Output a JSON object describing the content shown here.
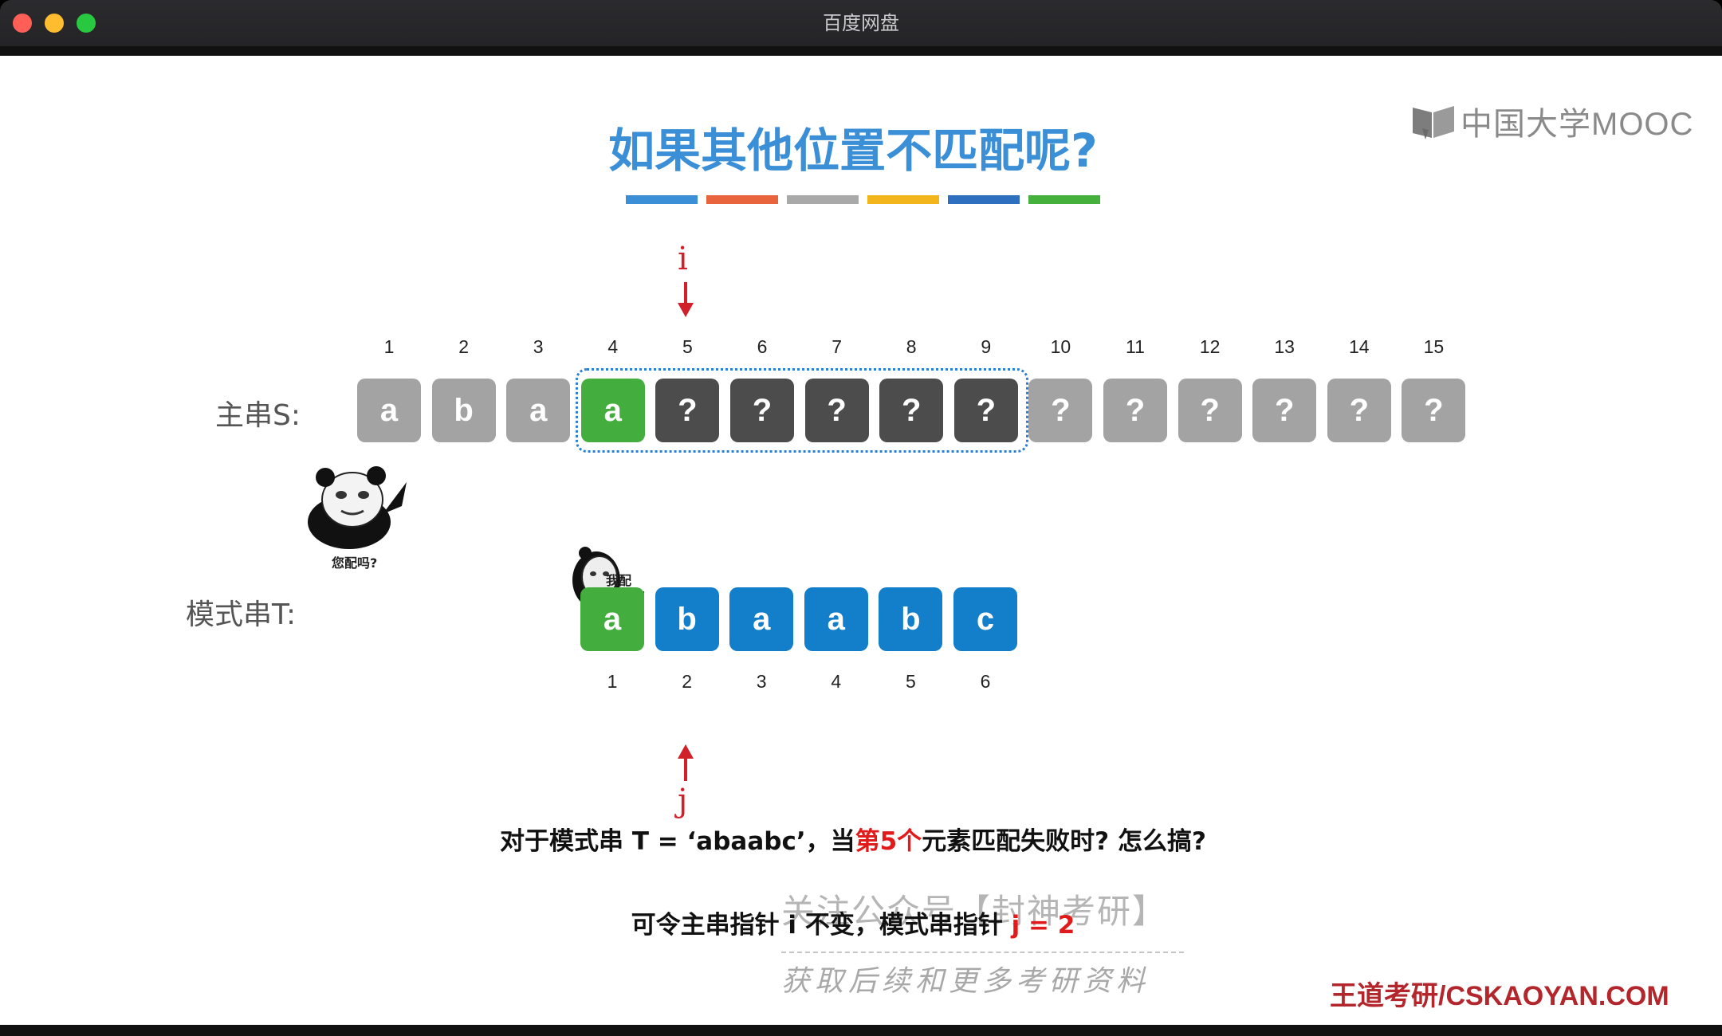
{
  "window": {
    "title": "百度网盘"
  },
  "logo": {
    "text": "中国大学MOOC"
  },
  "slide": {
    "title": "如果其他位置不匹配呢?",
    "colorbar": [
      "#3a8fd6",
      "#e8643c",
      "#a9a9a9",
      "#f2b51c",
      "#2f6fc0",
      "#45b03c"
    ]
  },
  "pointers": {
    "i": "i",
    "j": "j"
  },
  "main_string": {
    "label": "主串S:",
    "cells": [
      {
        "index": "1",
        "char": "a",
        "state": "light"
      },
      {
        "index": "2",
        "char": "b",
        "state": "light"
      },
      {
        "index": "3",
        "char": "a",
        "state": "light"
      },
      {
        "index": "4",
        "char": "a",
        "state": "green"
      },
      {
        "index": "5",
        "char": "?",
        "state": "dark"
      },
      {
        "index": "6",
        "char": "?",
        "state": "dark"
      },
      {
        "index": "7",
        "char": "?",
        "state": "dark"
      },
      {
        "index": "8",
        "char": "?",
        "state": "dark"
      },
      {
        "index": "9",
        "char": "?",
        "state": "dark"
      },
      {
        "index": "10",
        "char": "?",
        "state": "light"
      },
      {
        "index": "11",
        "char": "?",
        "state": "light"
      },
      {
        "index": "12",
        "char": "?",
        "state": "light"
      },
      {
        "index": "13",
        "char": "?",
        "state": "light"
      },
      {
        "index": "14",
        "char": "?",
        "state": "light"
      },
      {
        "index": "15",
        "char": "?",
        "state": "light"
      }
    ]
  },
  "pattern_string": {
    "label": "模式串T:",
    "cells": [
      {
        "index": "1",
        "char": "a",
        "state": "green"
      },
      {
        "index": "2",
        "char": "b",
        "state": "blue"
      },
      {
        "index": "3",
        "char": "a",
        "state": "blue"
      },
      {
        "index": "4",
        "char": "a",
        "state": "blue"
      },
      {
        "index": "5",
        "char": "b",
        "state": "blue"
      },
      {
        "index": "6",
        "char": "c",
        "state": "blue"
      }
    ]
  },
  "memes": {
    "left_caption": "您配吗?",
    "right_caption": "我配"
  },
  "text": {
    "line1_a": "对于模式串 T = ‘abaabc’，当",
    "line1_red": "第5个",
    "line1_b": "元素匹配失败时? 怎么搞?",
    "line2_a": "可令主串指针 i 不变，模式串指针 ",
    "line2_red": "j = 2"
  },
  "watermark": {
    "line1": "关注公众号【封神考研】",
    "line2": "获取后续和更多考研资料"
  },
  "brand": "王道考研/CSKAOYAN.COM"
}
